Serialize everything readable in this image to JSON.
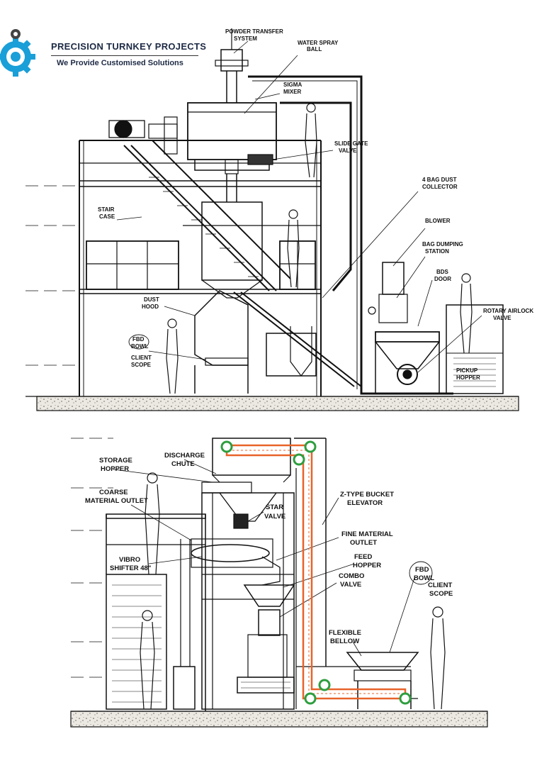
{
  "brand": {
    "title": "PRECISION TURNKEY PROJECTS",
    "tagline": "We Provide Customised Solutions",
    "accent_color": "#1a9fd8"
  },
  "top_plant": {
    "labels": {
      "powder_transfer_1": "POWDER TRANSFER",
      "powder_transfer_2": "SYSTEM",
      "water_spray_1": "WATER SPRAY",
      "water_spray_2": "BALL",
      "sigma_1": "SIGMA",
      "sigma_2": "MIXER",
      "slide_gate_1": "SLIDE GATE",
      "slide_gate_2": "VALVE",
      "bag_dust_1": "4 BAG DUST",
      "bag_dust_2": "COLLECTOR",
      "blower": "BLOWER",
      "bag_dump_1": "BAG DUMPING",
      "bag_dump_2": "STATION",
      "bds_1": "BDS",
      "bds_2": "DOOR",
      "rotary_1": "ROTARY AIRLOCK",
      "rotary_2": "VALVE",
      "stair_1": "STAIR",
      "stair_2": "CASE",
      "dust_hood_1": "DUST",
      "dust_hood_2": "HOOD",
      "fbd_1": "FBD",
      "fbd_2": "BOWL",
      "client_1": "CLIENT",
      "client_2": "SCOPE",
      "pickup_1": "PICKUP",
      "pickup_2": "HOPPER"
    }
  },
  "bottom_plant": {
    "labels": {
      "storage_1": "STORAGE",
      "storage_2": "HOPPER",
      "discharge_1": "DISCHARGE",
      "discharge_2": "CHUTE",
      "coarse_1": "COARSE",
      "coarse_2": "MATERIAL OUTLET",
      "star_1": "STAR",
      "star_2": "VALVE",
      "ztype_1": "Z-TYPE BUCKET",
      "ztype_2": "ELEVATOR",
      "fine_1": "FINE MATERIAL",
      "fine_2": "OUTLET",
      "feed_1": "FEED",
      "feed_2": "HOPPER",
      "combo_1": "COMBO",
      "combo_2": "VALVE",
      "vibro_1": "VIBRO",
      "vibro_2": "SHIFTER 48\"",
      "fbd_1": "FBD",
      "fbd_2": "BOWL",
      "client_1": "CLIENT",
      "client_2": "SCOPE",
      "flex_1": "FLEXIBLE",
      "flex_2": "BELLOW"
    }
  },
  "colors": {
    "line": "#111111",
    "elevator_chain": "#e8632a",
    "sprocket": "#2e9e3f",
    "ground_fill": "#d9d6cf"
  }
}
